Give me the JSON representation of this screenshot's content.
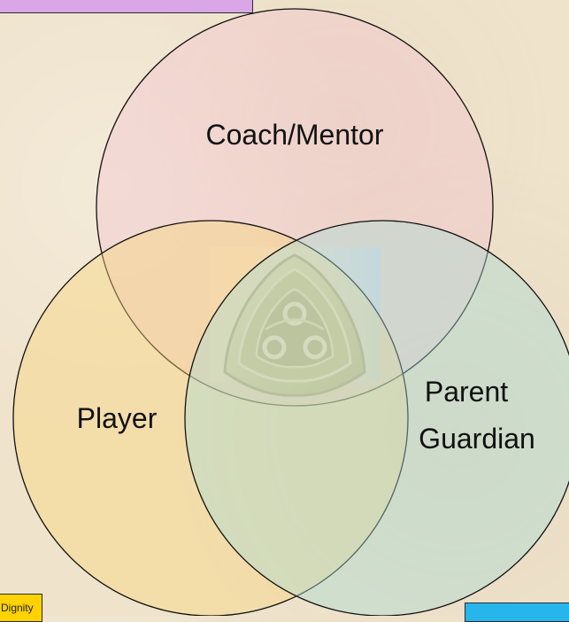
{
  "diagram": {
    "type": "venn",
    "circles": [
      {
        "label": "Coach/Mentor",
        "color": "#f2c4cf"
      },
      {
        "label": "Player",
        "color": "#f7d37a"
      },
      {
        "label": "Parent Guardian",
        "label_lines": [
          "Parent",
          "Guardian"
        ],
        "color": "#a9dcd6"
      }
    ],
    "center_emblem": "celtic-triangle-emblem"
  },
  "corner_labels": {
    "bottom_left": "Dignity"
  },
  "colors": {
    "background": "#efe3cc",
    "purple_box": "#d9a6e8",
    "yellow_box": "#ffd200",
    "blue_box": "#27b6ec"
  }
}
